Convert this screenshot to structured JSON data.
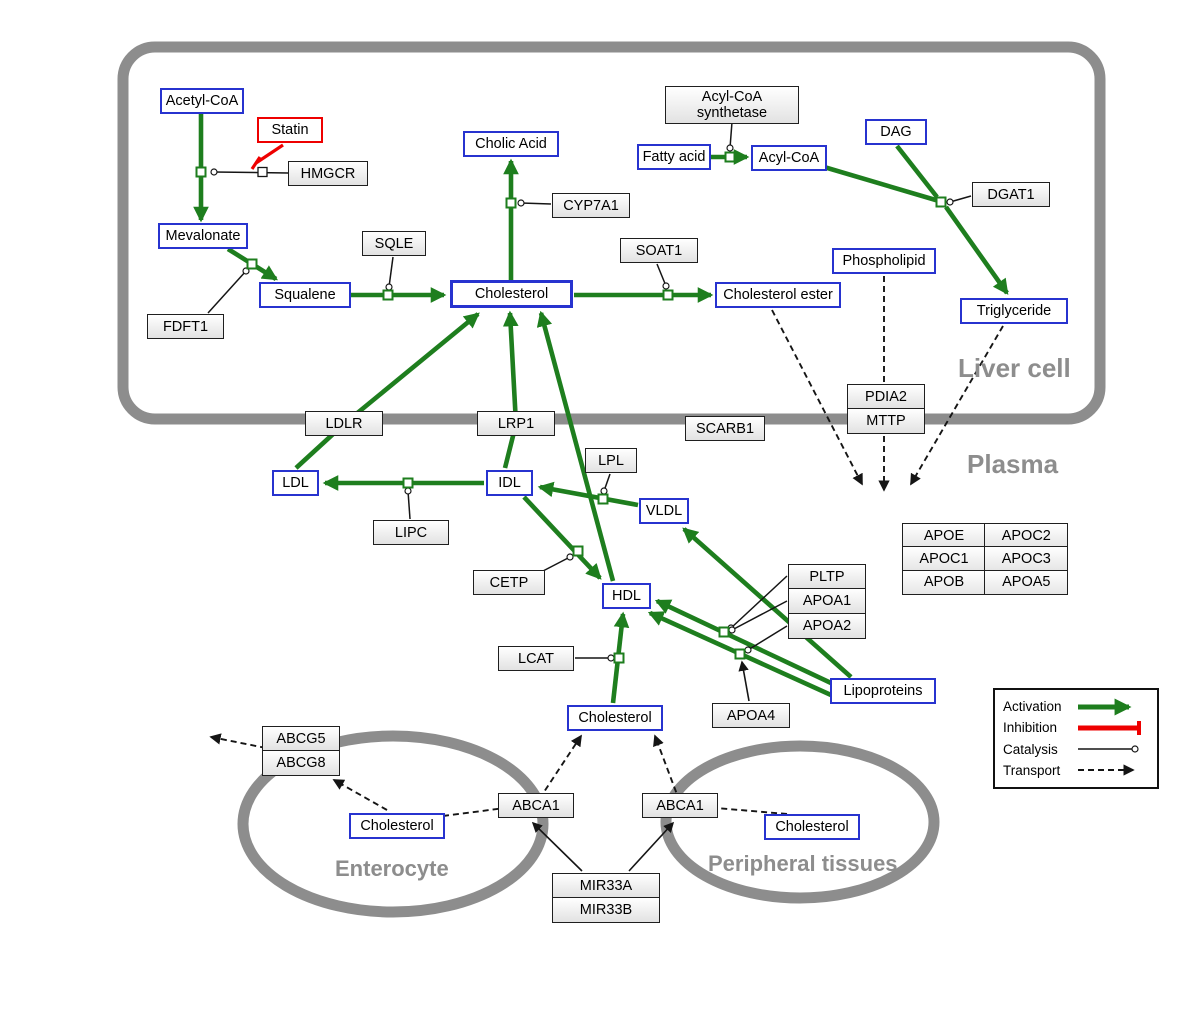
{
  "colors": {
    "activation": "#1e7e1e",
    "inhibition": "#ee0000",
    "metabolite": "#2733cf",
    "enzyme": "#1f1f1f",
    "compartment": "#8d8d8d"
  },
  "compartments": {
    "liver": "Liver cell",
    "plasma": "Plasma",
    "enterocyte": "Enterocyte",
    "peripheral": "Peripheral tissues"
  },
  "nodes": {
    "acetyl_coa": "Acetyl-CoA",
    "statin": "Statin",
    "hmgcr": "HMGCR",
    "mevalonate": "Mevalonate",
    "squalene": "Squalene",
    "fdft1": "FDFT1",
    "sqle": "SQLE",
    "cholic_acid": "Cholic Acid",
    "cyp7a1": "CYP7A1",
    "cholesterol_liver": "Cholesterol",
    "soat1": "SOAT1",
    "cholesterol_ester": "Cholesterol ester",
    "acs_line1": "Acyl-CoA",
    "acs_line2": "synthetase",
    "fatty_acid": "Fatty acid",
    "acyl_coa": "Acyl-CoA",
    "dag": "DAG",
    "dgat1": "DGAT1",
    "phospholipid": "Phospholipid",
    "triglyceride": "Triglyceride",
    "pdia2": "PDIA2",
    "mttp": "MTTP",
    "ldlr": "LDLR",
    "lrp1": "LRP1",
    "scarb1": "SCARB1",
    "ldl": "LDL",
    "idl": "IDL",
    "lpl": "LPL",
    "vldl": "VLDL",
    "lipc": "LIPC",
    "cetp": "CETP",
    "hdl": "HDL",
    "pltp": "PLTP",
    "apoa1": "APOA1",
    "apoa2": "APOA2",
    "lcat": "LCAT",
    "lipoproteins": "Lipoproteins",
    "apoa4": "APOA4",
    "cholesterol_plasma": "Cholesterol",
    "abcg5": "ABCG5",
    "abcg8": "ABCG8",
    "cholesterol_enterocyte": "Cholesterol",
    "abca1_left": "ABCA1",
    "abca1_right": "ABCA1",
    "cholesterol_peripheral": "Cholesterol",
    "mir33a": "MIR33A",
    "mir33b": "MIR33B"
  },
  "apo_table": {
    "rows": [
      [
        "APOE",
        "APOC2"
      ],
      [
        "APOC1",
        "APOC3"
      ],
      [
        "APOB",
        "APOA5"
      ]
    ]
  },
  "legend": {
    "activation": "Activation",
    "inhibition": "Inhibition",
    "catalysis": "Catalysis",
    "transport": "Transport"
  }
}
